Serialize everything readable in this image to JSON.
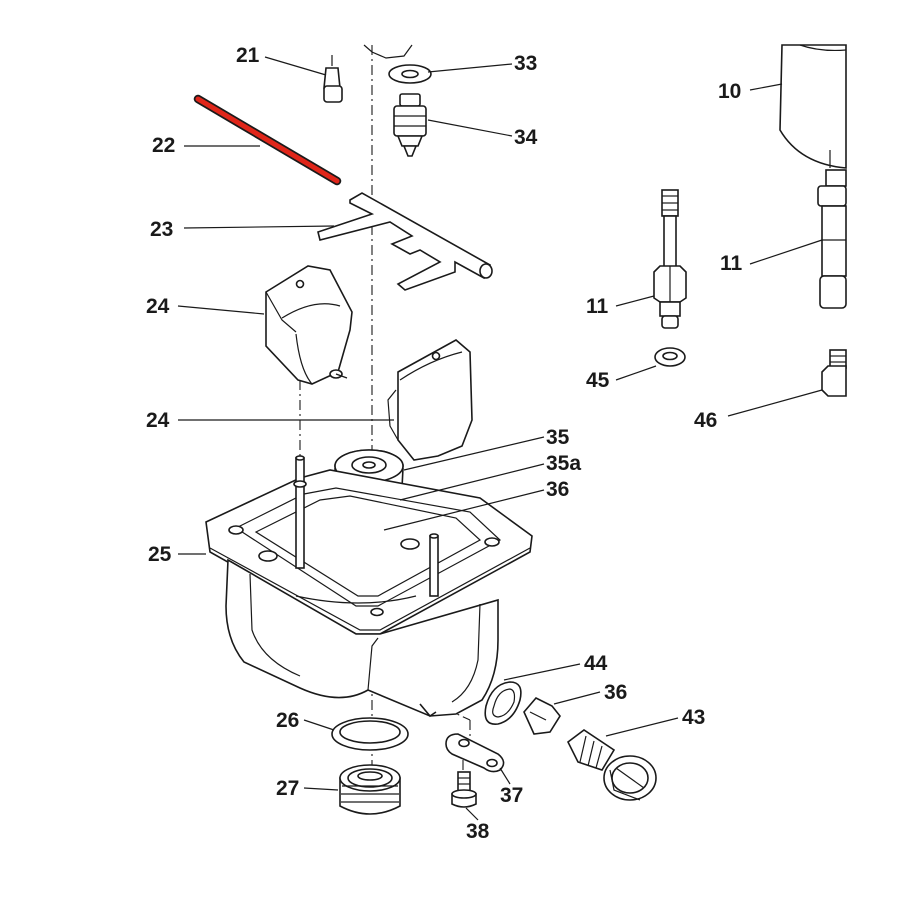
{
  "colors": {
    "highlight": "#e0261a",
    "ink": "#1a1a1a",
    "background": "#ffffff"
  },
  "labels": {
    "p21": "21",
    "p22": "22",
    "p23": "23",
    "p24a": "24",
    "p24b": "24",
    "p25": "25",
    "p26": "26",
    "p27": "27",
    "p33": "33",
    "p34": "34",
    "p35": "35",
    "p35a": "35a",
    "p36a": "36",
    "p36b": "36",
    "p37": "37",
    "p38": "38",
    "p43": "43",
    "p44": "44",
    "p45": "45",
    "p46": "46",
    "p10": "10",
    "p11a": "11",
    "p11b": "11"
  }
}
